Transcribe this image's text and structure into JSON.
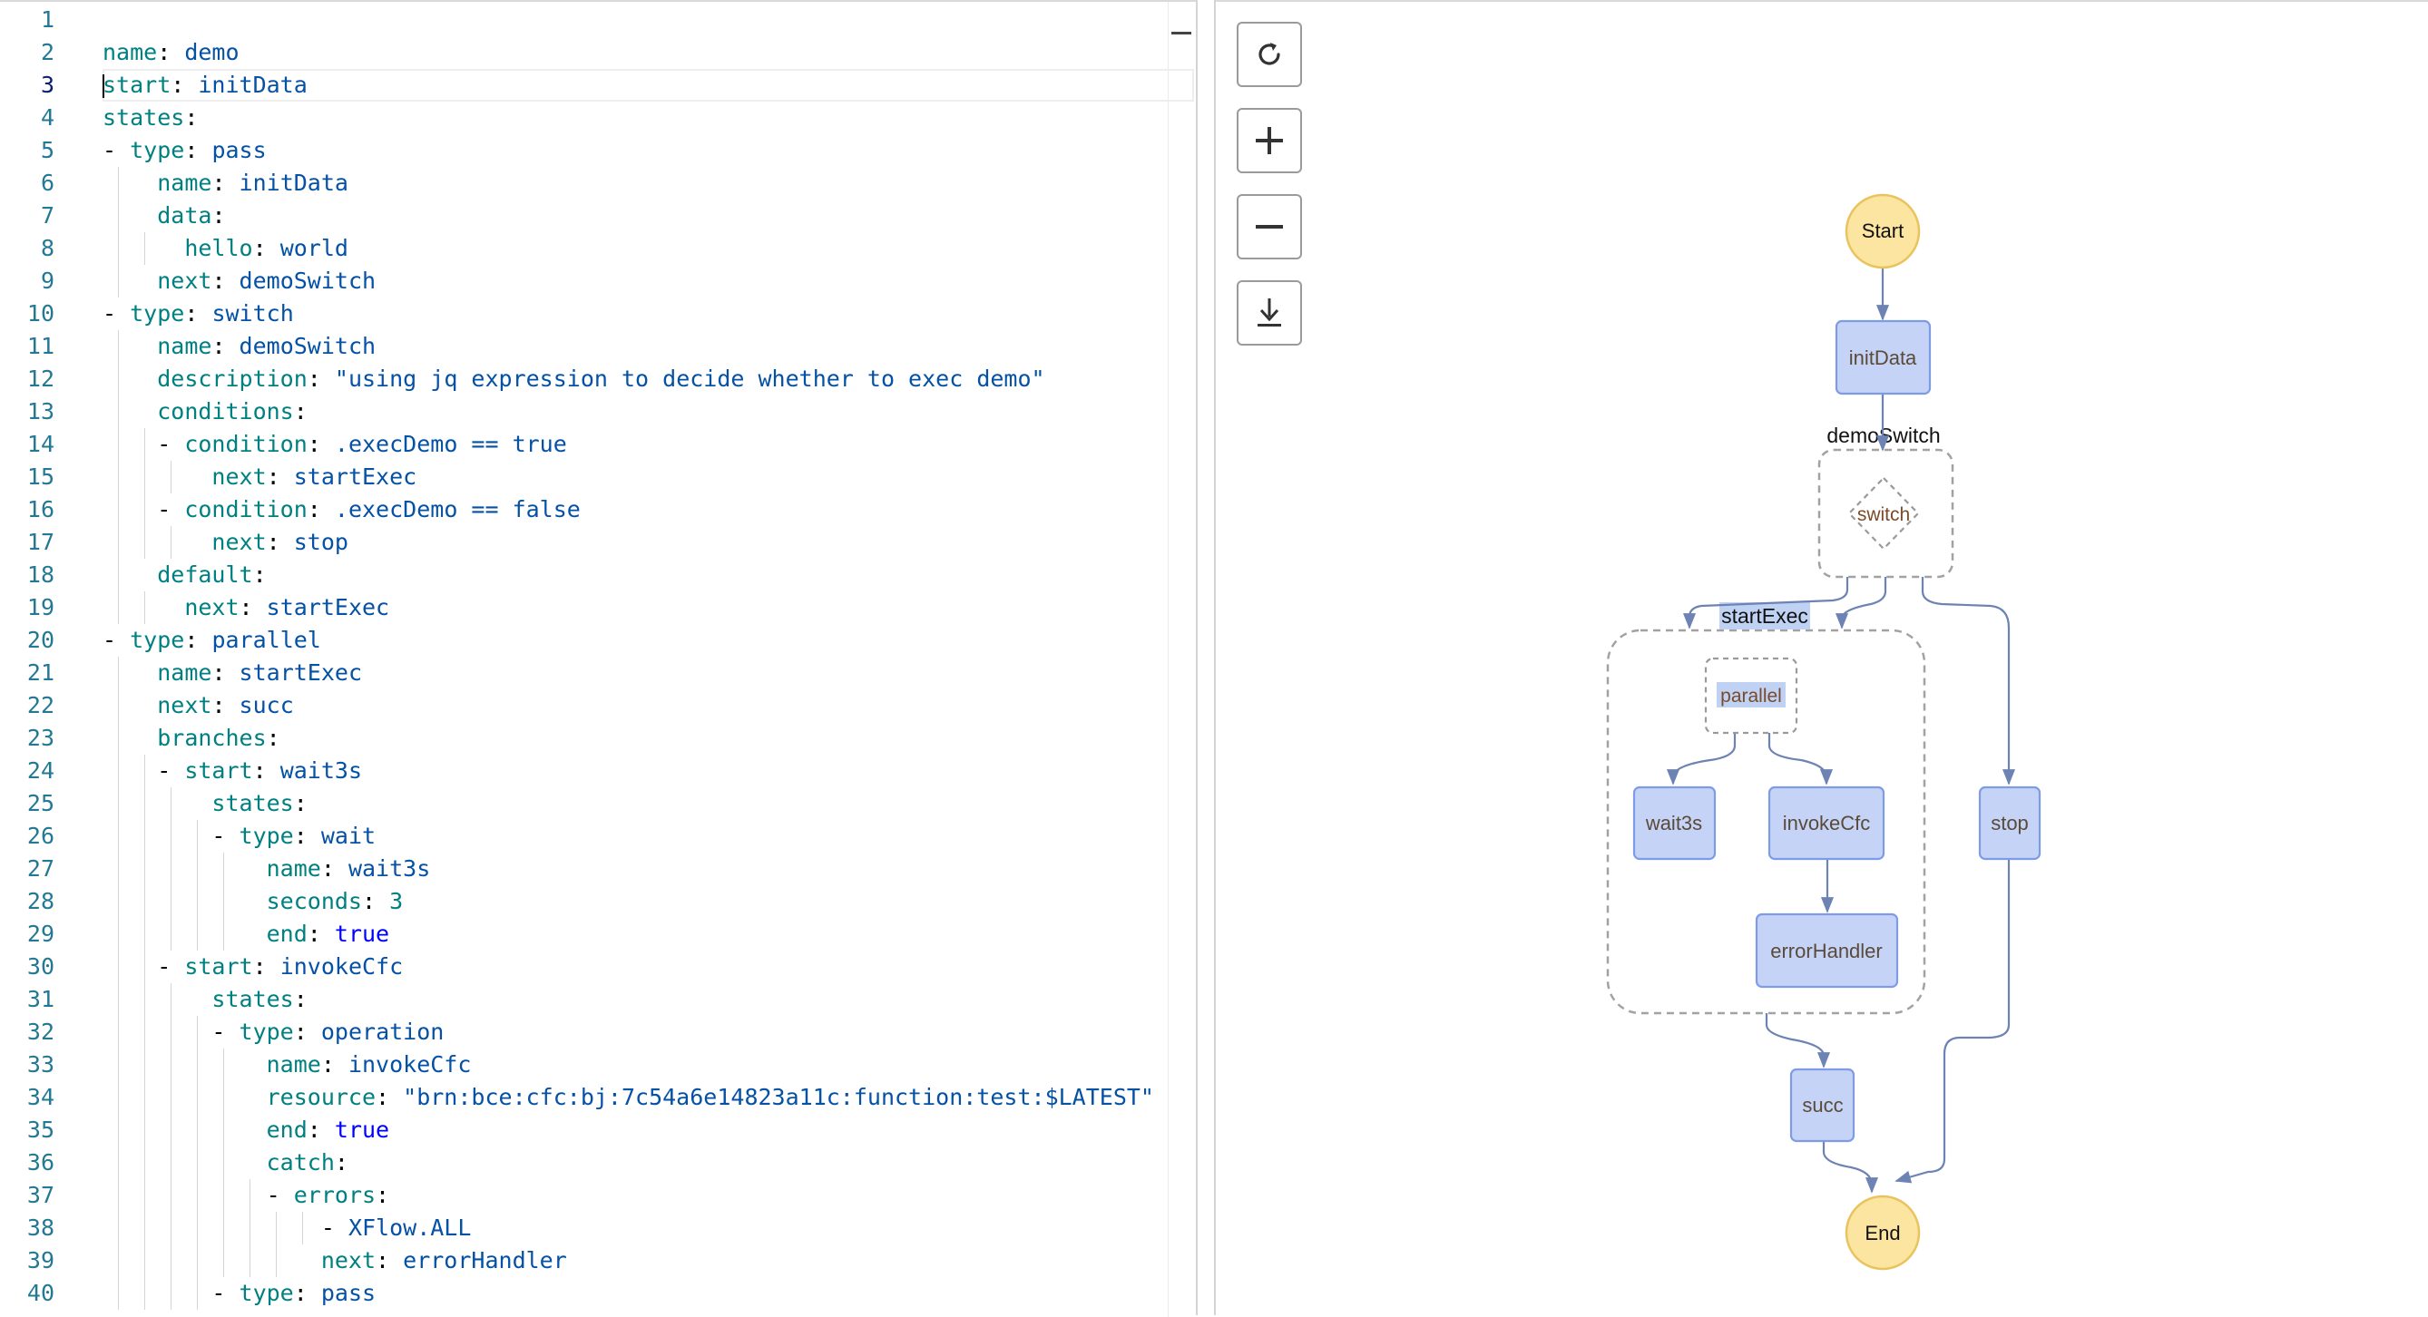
{
  "editor": {
    "current_line": 3,
    "lines": [
      {
        "n": "1",
        "indent": 0,
        "dash": false,
        "key": "",
        "sep": "",
        "val": "",
        "vt": "v"
      },
      {
        "n": "2",
        "indent": 0,
        "dash": false,
        "key": "name",
        "sep": ": ",
        "val": "demo",
        "vt": "v"
      },
      {
        "n": "3",
        "indent": 0,
        "dash": false,
        "key": "start",
        "sep": ": ",
        "val": "initData",
        "vt": "v"
      },
      {
        "n": "4",
        "indent": 0,
        "dash": false,
        "key": "states",
        "sep": ":",
        "val": "",
        "vt": "v"
      },
      {
        "n": "5",
        "indent": 1,
        "dash": true,
        "key": "type",
        "sep": ": ",
        "val": "pass",
        "vt": "v"
      },
      {
        "n": "6",
        "indent": 2,
        "dash": false,
        "key": "name",
        "sep": ": ",
        "val": "initData",
        "vt": "v"
      },
      {
        "n": "7",
        "indent": 2,
        "dash": false,
        "key": "data",
        "sep": ":",
        "val": "",
        "vt": "v"
      },
      {
        "n": "8",
        "indent": 3,
        "dash": false,
        "key": "hello",
        "sep": ": ",
        "val": "world",
        "vt": "v"
      },
      {
        "n": "9",
        "indent": 2,
        "dash": false,
        "key": "next",
        "sep": ": ",
        "val": "demoSwitch",
        "vt": "v"
      },
      {
        "n": "10",
        "indent": 1,
        "dash": true,
        "key": "type",
        "sep": ": ",
        "val": "switch",
        "vt": "v"
      },
      {
        "n": "11",
        "indent": 2,
        "dash": false,
        "key": "name",
        "sep": ": ",
        "val": "demoSwitch",
        "vt": "v"
      },
      {
        "n": "12",
        "indent": 2,
        "dash": false,
        "key": "description",
        "sep": ": ",
        "val": "\"using jq expression to decide whether to exec demo\"",
        "vt": "v"
      },
      {
        "n": "13",
        "indent": 2,
        "dash": false,
        "key": "conditions",
        "sep": ":",
        "val": "",
        "vt": "v"
      },
      {
        "n": "14",
        "indent": 3,
        "dash": true,
        "key": "condition",
        "sep": ": ",
        "val": ".execDemo == true",
        "vt": "v"
      },
      {
        "n": "15",
        "indent": 4,
        "dash": false,
        "key": "next",
        "sep": ": ",
        "val": "startExec",
        "vt": "v"
      },
      {
        "n": "16",
        "indent": 3,
        "dash": true,
        "key": "condition",
        "sep": ": ",
        "val": ".execDemo == false",
        "vt": "v"
      },
      {
        "n": "17",
        "indent": 4,
        "dash": false,
        "key": "next",
        "sep": ": ",
        "val": "stop",
        "vt": "v"
      },
      {
        "n": "18",
        "indent": 2,
        "dash": false,
        "key": "default",
        "sep": ":",
        "val": "",
        "vt": "v"
      },
      {
        "n": "19",
        "indent": 3,
        "dash": false,
        "key": "next",
        "sep": ": ",
        "val": "startExec",
        "vt": "v"
      },
      {
        "n": "20",
        "indent": 1,
        "dash": true,
        "key": "type",
        "sep": ": ",
        "val": "parallel",
        "vt": "v"
      },
      {
        "n": "21",
        "indent": 2,
        "dash": false,
        "key": "name",
        "sep": ": ",
        "val": "startExec",
        "vt": "v"
      },
      {
        "n": "22",
        "indent": 2,
        "dash": false,
        "key": "next",
        "sep": ": ",
        "val": "succ",
        "vt": "v"
      },
      {
        "n": "23",
        "indent": 2,
        "dash": false,
        "key": "branches",
        "sep": ":",
        "val": "",
        "vt": "v"
      },
      {
        "n": "24",
        "indent": 3,
        "dash": true,
        "key": "start",
        "sep": ": ",
        "val": "wait3s",
        "vt": "v"
      },
      {
        "n": "25",
        "indent": 4,
        "dash": false,
        "key": "states",
        "sep": ":",
        "val": "",
        "vt": "v"
      },
      {
        "n": "26",
        "indent": 5,
        "dash": true,
        "key": "type",
        "sep": ": ",
        "val": "wait",
        "vt": "v"
      },
      {
        "n": "27",
        "indent": 6,
        "dash": false,
        "key": "name",
        "sep": ": ",
        "val": "wait3s",
        "vt": "v"
      },
      {
        "n": "28",
        "indent": 6,
        "dash": false,
        "key": "seconds",
        "sep": ": ",
        "val": "3",
        "vt": "k"
      },
      {
        "n": "29",
        "indent": 6,
        "dash": false,
        "key": "end",
        "sep": ": ",
        "val": "true",
        "vt": "b"
      },
      {
        "n": "30",
        "indent": 3,
        "dash": true,
        "key": "start",
        "sep": ": ",
        "val": "invokeCfc",
        "vt": "v"
      },
      {
        "n": "31",
        "indent": 4,
        "dash": false,
        "key": "states",
        "sep": ":",
        "val": "",
        "vt": "v"
      },
      {
        "n": "32",
        "indent": 5,
        "dash": true,
        "key": "type",
        "sep": ": ",
        "val": "operation",
        "vt": "v"
      },
      {
        "n": "33",
        "indent": 6,
        "dash": false,
        "key": "name",
        "sep": ": ",
        "val": "invokeCfc",
        "vt": "v"
      },
      {
        "n": "34",
        "indent": 6,
        "dash": false,
        "key": "resource",
        "sep": ": ",
        "val": "\"brn:bce:cfc:bj:7c54a6e14823a11c:function:test:$LATEST\"",
        "vt": "v"
      },
      {
        "n": "35",
        "indent": 6,
        "dash": false,
        "key": "end",
        "sep": ": ",
        "val": "true",
        "vt": "b"
      },
      {
        "n": "36",
        "indent": 6,
        "dash": false,
        "key": "catch",
        "sep": ":",
        "val": "",
        "vt": "v"
      },
      {
        "n": "37",
        "indent": 7,
        "dash": true,
        "key": "errors",
        "sep": ":",
        "val": "",
        "vt": "v"
      },
      {
        "n": "38",
        "indent": 9,
        "dash": true,
        "key": "",
        "sep": "",
        "val": "XFlow.ALL",
        "vt": "v"
      },
      {
        "n": "39",
        "indent": 8,
        "dash": false,
        "key": "next",
        "sep": ": ",
        "val": "errorHandler",
        "vt": "v"
      },
      {
        "n": "40",
        "indent": 5,
        "dash": true,
        "key": "type",
        "sep": ": ",
        "val": "pass",
        "vt": "v"
      }
    ]
  },
  "toolbar": {
    "refresh_icon": "refresh-icon",
    "zoom_in_icon": "plus-icon",
    "zoom_out_icon": "minus-icon",
    "download_icon": "download-icon"
  },
  "flow": {
    "start": "Start",
    "init": "initData",
    "switch_group": "demoSwitch",
    "switch_node": "switch",
    "parallel_group": "startExec",
    "parallel_node": "parallel",
    "wait": "wait3s",
    "invoke": "invokeCfc",
    "error": "errorHandler",
    "stop": "stop",
    "succ": "succ",
    "end": "End"
  },
  "colors": {
    "task_fill": "#c5d3f6",
    "task_stroke": "#7e9be6",
    "terminal_fill": "#fbe5a1",
    "terminal_stroke": "#e9c35d",
    "edge": "#6d83b4",
    "highlight": "#bfd2f3"
  }
}
